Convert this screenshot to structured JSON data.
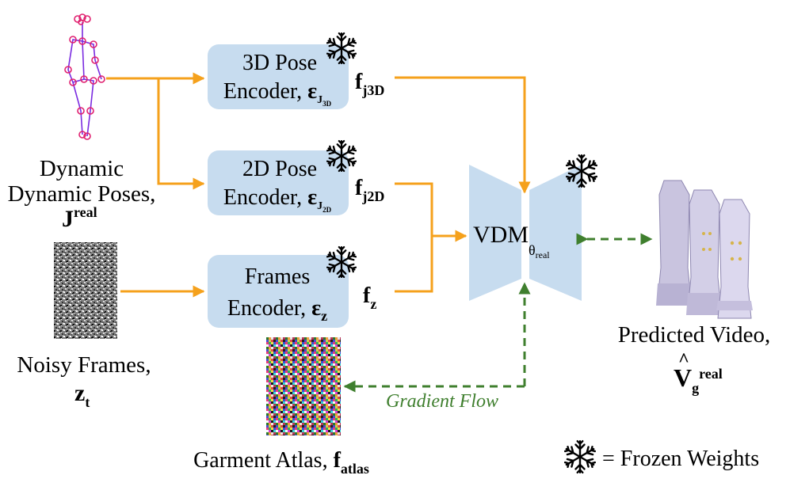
{
  "inputs": {
    "poses_label": "Dynamic Poses,",
    "poses_symbol": "J",
    "poses_sup": "real",
    "noisy_label": "Noisy Frames,",
    "noisy_symbol": "z",
    "noisy_sub": "t"
  },
  "encoders": [
    {
      "line1": "3D Pose",
      "line2": "Encoder,",
      "symbol": "ɛ",
      "sub": "J",
      "subsub": "3D",
      "feat": "f",
      "feat_sub": "j3D"
    },
    {
      "line1": "2D Pose",
      "line2": "Encoder,",
      "symbol": "ɛ",
      "sub": "J",
      "subsub": "2D",
      "feat": "f",
      "feat_sub": "j2D"
    },
    {
      "line1": "Frames",
      "line2": "Encoder,",
      "symbol": "ɛ",
      "sub": "z",
      "feat": "f",
      "feat_sub": "z"
    }
  ],
  "vdm": {
    "label": "VDM",
    "sub": "θ",
    "subsub": "real"
  },
  "output": {
    "label": "Predicted Video,",
    "hat": "^",
    "symbol": "V",
    "sub": "g",
    "sup": "real"
  },
  "atlas": {
    "label": "Garment Atlas,",
    "symbol": "f",
    "sub": "atlas"
  },
  "gradient_label": "Gradient Flow",
  "legend": {
    "text": "= Frozen Weights"
  },
  "colors": {
    "encoder_fill": "#c7dcef",
    "arrow_orange": "#f5a11c",
    "arrow_green": "#3f7f2e",
    "pose_joint": "#e0206f",
    "pose_bone": "#7a2be0"
  }
}
